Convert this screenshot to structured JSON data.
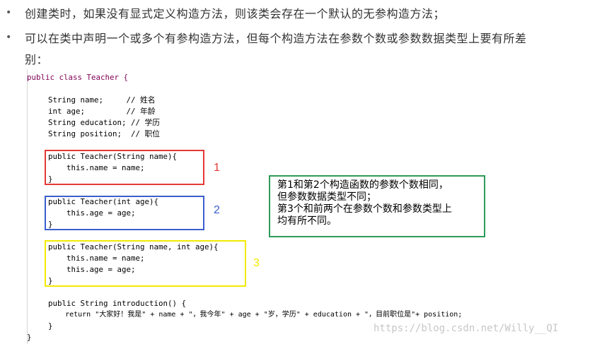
{
  "bullets": [
    "创建类时，如果没有显式定义构造方法，则该类会存在一个默认的无参构造方法；",
    "可以在类中声明一个或多个有参构造方法，但每个构造方法在参数个数或参数数据类型上要有所差",
    "别："
  ],
  "bullet_char": "•",
  "code": {
    "class_decl": "public class Teacher {",
    "f1": "String name;     // 姓名",
    "f2": "int age;         // 年龄",
    "f3": "String education; // 学历",
    "f4": "String position;  // 职位",
    "c1a": "public Teacher(String name){",
    "c1b": "    this.name = name;",
    "c1c": "}",
    "c2a": "public Teacher(int age){",
    "c2b": "    this.age = age;",
    "c2c": "}",
    "c3a": "public Teacher(String name, int age){",
    "c3b": "    this.name = name;",
    "c3c": "    this.age = age;",
    "c3d": "}",
    "m1": "public String introduction() {",
    "m2": "    return \"大家好！我是\" + name + \"，我今年\" + age + \"岁，学历\" + education + \"，目前职位是\"+ position;",
    "m3": "}",
    "close": "}"
  },
  "labels": {
    "one": "1",
    "two": "2",
    "three": "3"
  },
  "colors": {
    "red": "#e53935",
    "blue": "#3a5fcd",
    "yellow": "#f2ea00",
    "green": "#2e9b57"
  },
  "note": [
    "第1和第2个构造函数的参数个数相同，",
    "但参数数据类型不同；",
    "第3个和前两个在参数个数和参数类型上",
    "均有所不同。"
  ],
  "watermark": "https://blog.csdn.net/Willy__QI"
}
